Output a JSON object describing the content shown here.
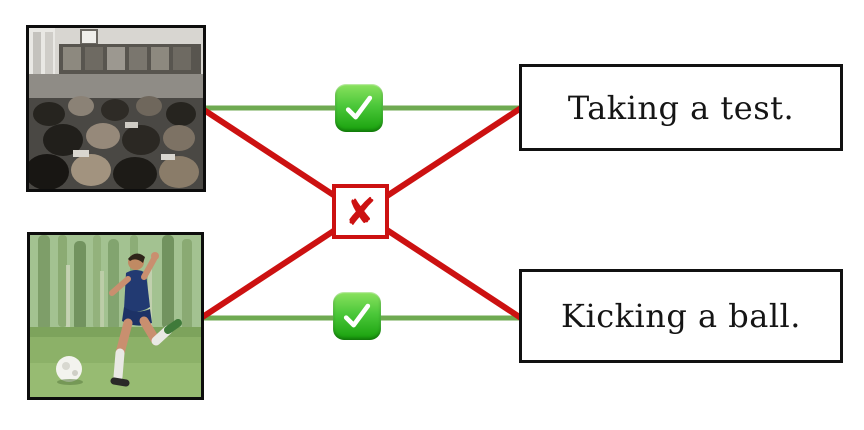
{
  "colors": {
    "line_green": "#6faa52",
    "line_red": "#cc1111",
    "cross_red": "#cc1111",
    "box_border": "#111111",
    "canvas_bg": "#ffffff",
    "check_green": "#2fb31f"
  },
  "icons": {
    "cross_glyph": "✘"
  },
  "matching": {
    "left_items": [
      {
        "id": "classroom-photo",
        "description": "Black and white photo of students bent over desks taking a test in a classroom"
      },
      {
        "id": "soccer-photo",
        "description": "Photo of a boy in a navy kit kicking a white ball on a grass field with palm trees behind"
      }
    ],
    "right_items": [
      {
        "label": "Taking a test."
      },
      {
        "label": "Kicking a ball."
      }
    ],
    "connections": [
      {
        "from": "classroom-photo",
        "to": "Taking a test.",
        "status": "correct",
        "marker": "check"
      },
      {
        "from": "soccer-photo",
        "to": "Kicking a ball.",
        "status": "correct",
        "marker": "check"
      },
      {
        "from": "classroom-photo",
        "to": "Kicking a ball.",
        "status": "incorrect",
        "marker": "cross"
      },
      {
        "from": "soccer-photo",
        "to": "Taking a test.",
        "status": "incorrect",
        "marker": "cross"
      }
    ]
  }
}
